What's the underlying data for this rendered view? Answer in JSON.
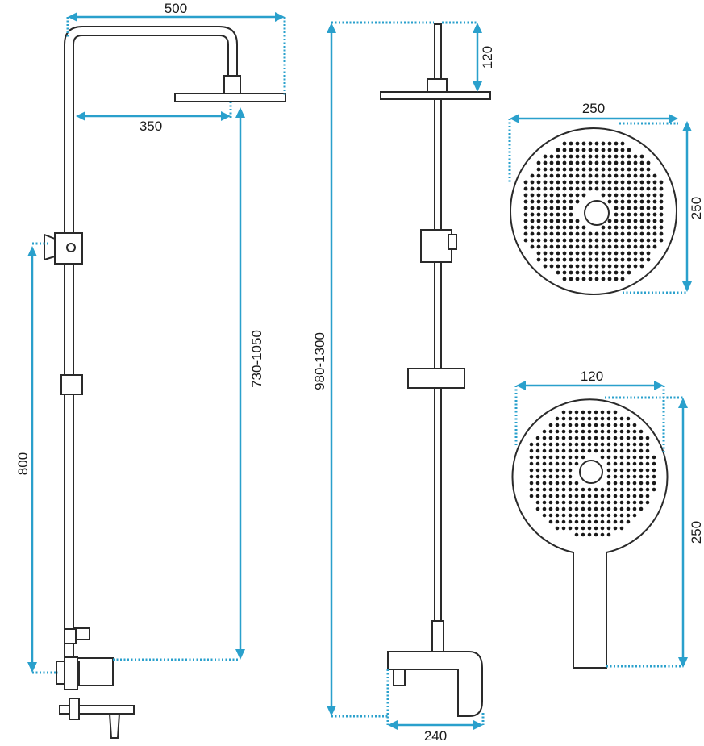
{
  "colors": {
    "dimension": "#2aa0cc",
    "outline": "#2a2a2a",
    "background": "#ffffff"
  },
  "dimensions": {
    "side_total_width": "500",
    "side_arm_length": "350",
    "side_head_height": "730-1050",
    "side_handle_height": "800",
    "front_head_drop": "120",
    "front_total_height": "980-1300",
    "front_spout_width": "240",
    "head_width": "250",
    "head_depth": "250",
    "hand_width": "120",
    "hand_length": "250"
  }
}
